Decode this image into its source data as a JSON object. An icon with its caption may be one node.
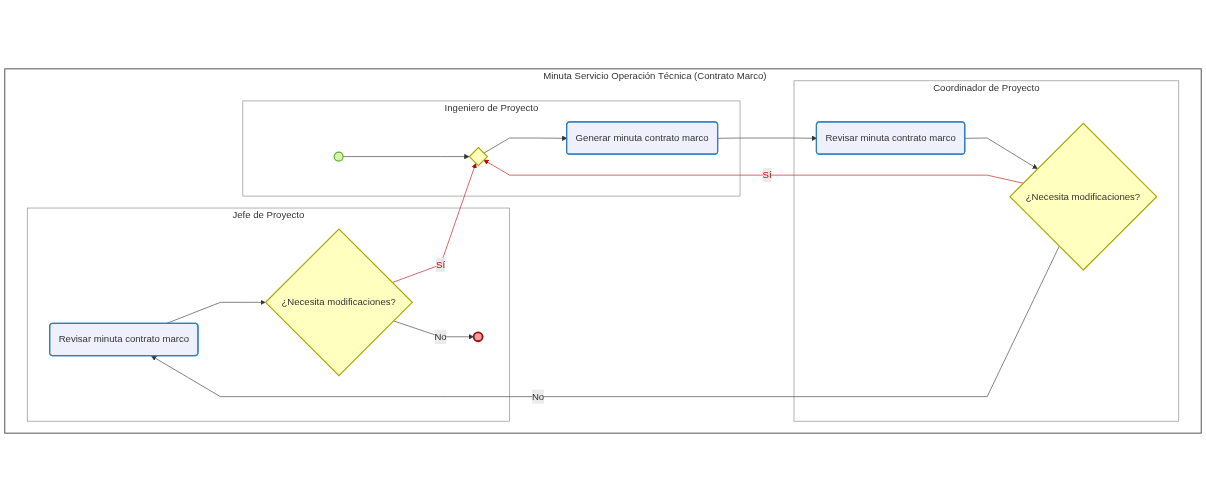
{
  "diagram": {
    "nodes": [
      {
        "text": [
          "Minuta Servicio Operación Técnica (Contrato Marco)"
        ]
      },
      {
        "text": [
          "Ingeniero de Proyecto"
        ],
        "in": 0
      },
      {
        "text": [
          "Coordinador de Proyecto"
        ],
        "in": 0
      },
      {
        "text": [
          "Jefe de Proyecto"
        ],
        "in": 0
      },
      {
        "text": [],
        "shape": "circle",
        "in": 1
      },
      {
        "text": [],
        "shape": "diamond",
        "in": 1
      },
      {
        "text": [
          "Generar minuta contrato marco"
        ],
        "in": 1
      },
      {
        "text": [
          "Revisar minuta contrato marco"
        ],
        "in": 2
      },
      {
        "text": [
          "¿Necesita modificaciones?"
        ],
        "in": 2
      },
      {
        "text": [
          "Revisar minuta contrato marco"
        ],
        "in": 3
      },
      {
        "text": [
          "¿Necesita modificaciones?"
        ],
        "in": 3
      },
      {
        "text": [],
        "shape": "circle",
        "in": 3
      }
    ],
    "edges": [
      {
        "from": 4,
        "to": 5,
        "arrow": "to"
      },
      {
        "from": 5,
        "to": 6,
        "arrow": "to"
      },
      {
        "from": 6,
        "to": 7,
        "arrow": "to"
      },
      {
        "from": 7,
        "to": 8,
        "arrow": "to"
      },
      {
        "from": 8,
        "to": 5,
        "arrow": "to",
        "label": "Sí",
        "color": "#c00000"
      },
      {
        "from": 8,
        "to": 9,
        "arrow": "to",
        "label": "No"
      },
      {
        "from": 9,
        "to": 10,
        "arrow": "to"
      },
      {
        "from": 10,
        "to": 11,
        "arrow": "to",
        "label": "No"
      },
      {
        "from": 10,
        "to": 5,
        "arrow": "to",
        "label": "Sí",
        "color": "#c00000"
      }
    ]
  }
}
